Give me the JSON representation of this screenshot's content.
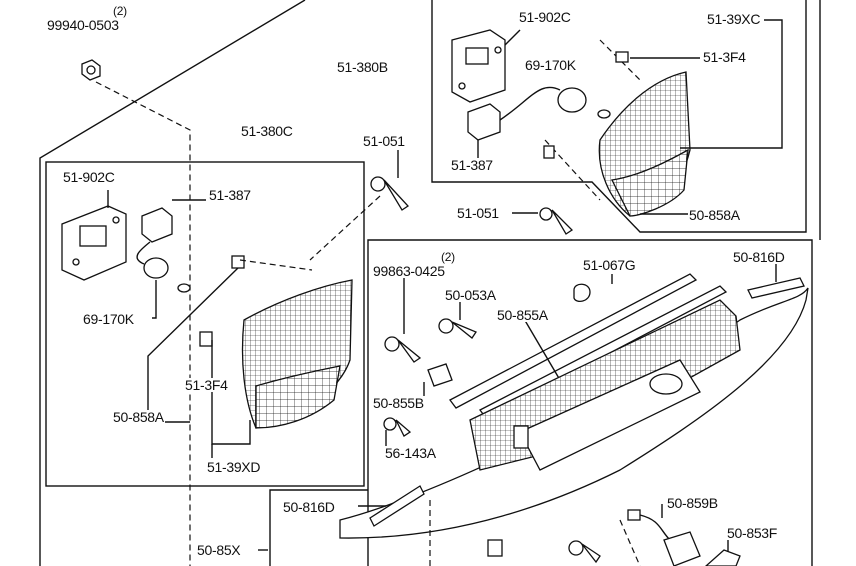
{
  "labels": {
    "nut_qty": "(2)",
    "nut": "99940-0503",
    "lamp_assy_right": "51-380B",
    "bracket_right": "51-902C",
    "bulb_right": "69-170K",
    "socket_right": "51-387",
    "clip_right_top": "51-39XC",
    "clip_right_small": "51-3F4",
    "lens_right": "50-858A",
    "screw_right": "51-051",
    "screw_mid": "51-051",
    "lamp_assy_left": "51-380C",
    "bracket_left": "51-902C",
    "socket_left": "51-387",
    "bulb_left": "69-170K",
    "clip_left_small": "51-3F4",
    "lens_left": "50-858A",
    "clip_left_bottom": "51-39XD",
    "screw_qty": "(2)",
    "screw_garnish": "99863-0425",
    "bolt_a": "50-053A",
    "molding": "50-855A",
    "clip_g": "51-067G",
    "tape_right": "50-816D",
    "retainer": "50-855B",
    "bolt_small": "56-143A",
    "tape_left": "50-816D",
    "garnish_bottom": "50-85X",
    "harness": "50-859B",
    "lamp_plate": "50-853F"
  }
}
